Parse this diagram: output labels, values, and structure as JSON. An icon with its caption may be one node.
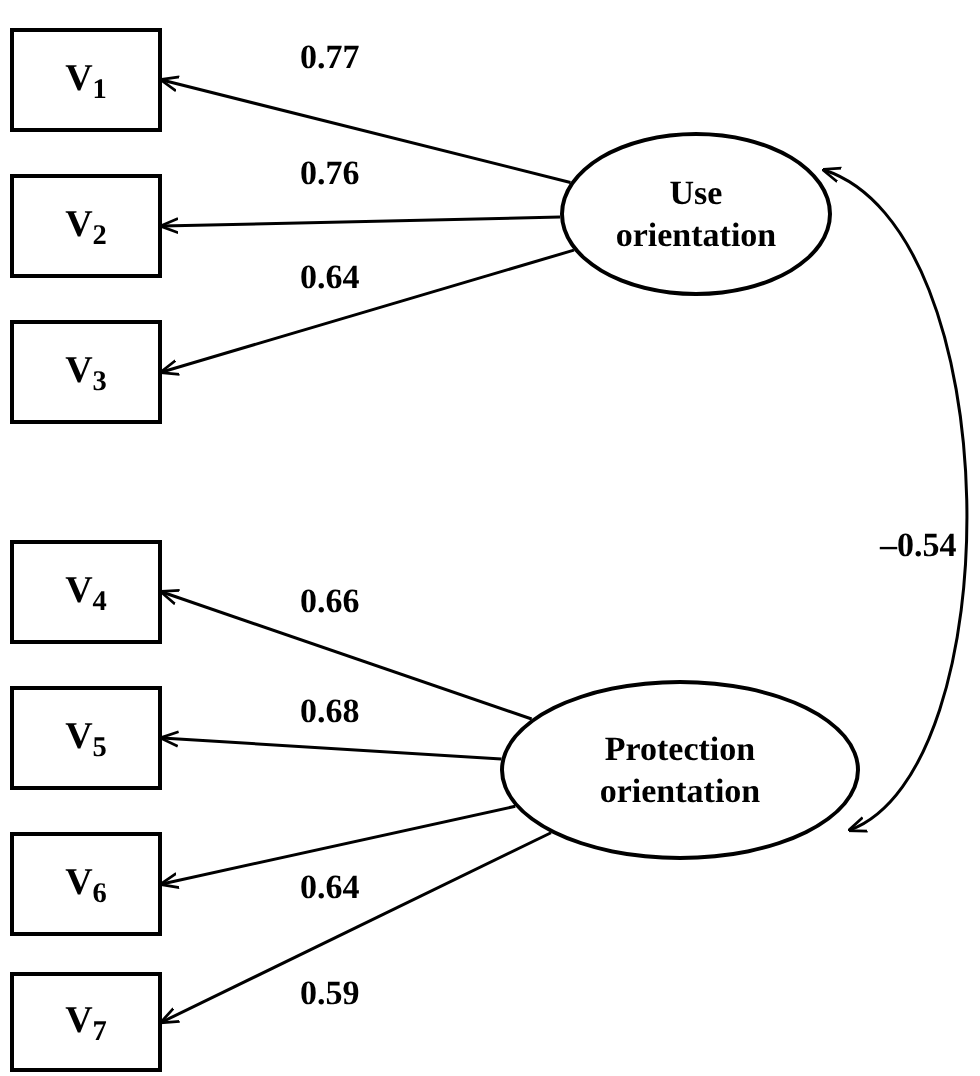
{
  "diagram": {
    "nodes": [
      {
        "text": [
          "V$_{1}$"
        ]
      },
      {
        "text": [
          "V$_{2}$"
        ]
      },
      {
        "text": [
          "V$_{3}$"
        ]
      },
      {
        "text": [
          "V$_{4}$"
        ]
      },
      {
        "text": [
          "V$_{5}$"
        ]
      },
      {
        "text": [
          "V$_{6}$"
        ]
      },
      {
        "text": [
          "V$_{7}$"
        ]
      },
      {
        "text": [
          "Use orientation"
        ]
      },
      {
        "text": [
          "Protection orientation"
        ]
      }
    ],
    "edges": [
      {
        "from": 7,
        "to": 0,
        "arrow": "to",
        "label": "0.77"
      },
      {
        "from": 7,
        "to": 1,
        "arrow": "to",
        "label": "0.76"
      },
      {
        "from": 7,
        "to": 2,
        "arrow": "to",
        "label": "0.64"
      },
      {
        "from": 8,
        "to": 3,
        "arrow": "to",
        "label": "0.66"
      },
      {
        "from": 8,
        "to": 4,
        "arrow": "to",
        "label": "0.68"
      },
      {
        "from": 8,
        "to": 5,
        "arrow": "to",
        "label": "0.64"
      },
      {
        "from": 8,
        "to": 6,
        "arrow": "to",
        "label": "0.59"
      },
      {
        "from": 7,
        "to": 8,
        "arrow": "both",
        "label": "–0.54"
      }
    ]
  }
}
